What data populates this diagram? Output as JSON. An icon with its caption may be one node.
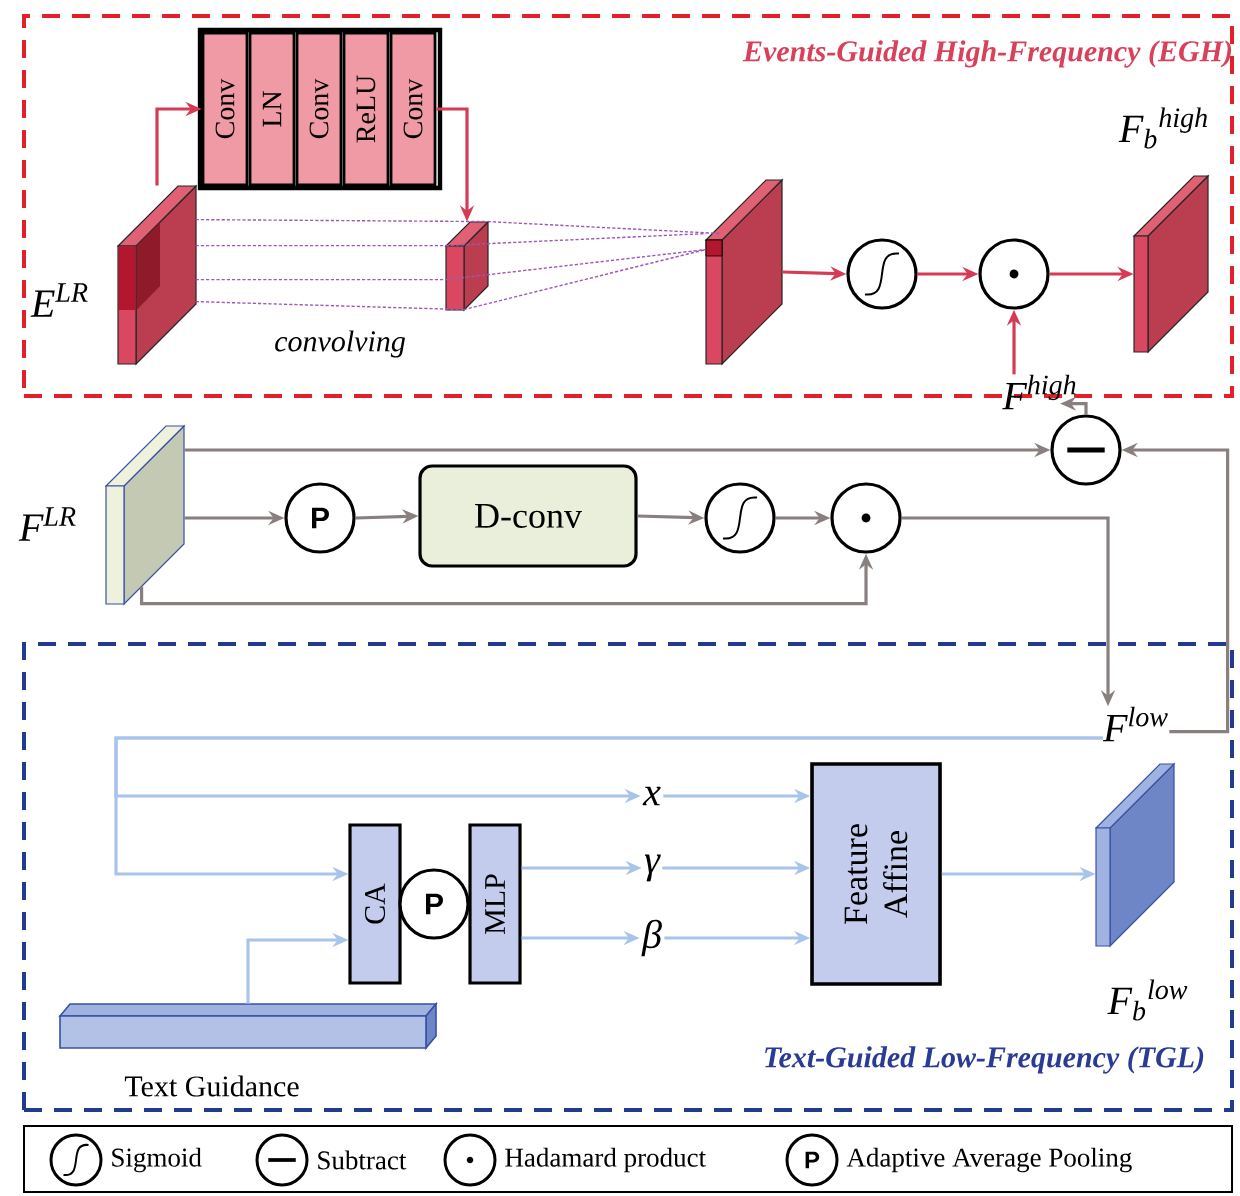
{
  "diagram": {
    "nodes": [
      {
        "text": [
          "Events-Guided High-Frequency (EGH)"
        ]
      },
      {
        "text": [
          "E$^{LR}$"
        ],
        "in": 0
      },
      {
        "text": [],
        "shape": "box",
        "in": 0
      },
      {
        "text": [
          "Conv"
        ],
        "in": 2
      },
      {
        "text": [
          "LN"
        ],
        "in": 2
      },
      {
        "text": [
          "Conv"
        ],
        "in": 2
      },
      {
        "text": [
          "ReLU"
        ],
        "in": 2
      },
      {
        "text": [
          "Conv"
        ],
        "in": 2
      },
      {
        "text": [],
        "shape": "box",
        "in": 0
      },
      {
        "text": [],
        "shape": "box",
        "in": 0
      },
      {
        "text": [],
        "shape": "circle",
        "in": 0
      },
      {
        "text": [],
        "shape": "circle",
        "in": 0
      },
      {
        "text": [
          "F$_{b}$$^{high}$"
        ],
        "in": 0
      },
      {
        "text": [
          "F$^{high}$"
        ]
      },
      {
        "text": [
          "F$^{LR}$"
        ]
      },
      {
        "text": [
          "P"
        ]
      },
      {
        "text": [
          "D-conv"
        ]
      },
      {
        "text": [],
        "shape": "circle"
      },
      {
        "text": [],
        "shape": "circle"
      },
      {
        "text": [],
        "shape": "circle"
      },
      {
        "text": [
          "Text-Guided Low-Frequency (TGL)"
        ]
      },
      {
        "text": [
          "F$^{low}$"
        ],
        "in": 20
      },
      {
        "text": [
          "x"
        ],
        "in": 20
      },
      {
        "text": [
          "CA"
        ],
        "in": 20
      },
      {
        "text": [
          "P"
        ],
        "in": 20
      },
      {
        "text": [
          "MLP"
        ],
        "in": 20
      },
      {
        "text": [
          "γ"
        ],
        "in": 20
      },
      {
        "text": [
          "β"
        ],
        "in": 20
      },
      {
        "text": [
          "Feature Affine"
        ],
        "in": 20
      },
      {
        "text": [
          "F$_{b}$$^{low}$"
        ],
        "in": 20
      },
      {
        "text": [
          "Text Guidance"
        ],
        "in": 20
      }
    ],
    "edges": [
      {
        "from": 1,
        "to": 3,
        "arrow": "to",
        "color": "#d63a55"
      },
      {
        "from": 7,
        "to": 8,
        "arrow": "to",
        "color": "#d63a55"
      },
      {
        "from": 1,
        "to": 8,
        "arrow": "none",
        "style": "dashed",
        "color": "#9b59b6"
      },
      {
        "from": 8,
        "to": 9,
        "arrow": "none",
        "style": "dashed",
        "color": "#9b59b6"
      },
      {
        "from": 9,
        "to": 10,
        "arrow": "to",
        "color": "#d63a55"
      },
      {
        "from": 10,
        "to": 11,
        "arrow": "to",
        "color": "#d63a55"
      },
      {
        "from": 11,
        "to": 12,
        "arrow": "to",
        "color": "#d63a55"
      },
      {
        "from": 19,
        "to": 13,
        "arrow": "to"
      },
      {
        "from": 13,
        "to": 11,
        "arrow": "to",
        "color": "#d63a55"
      },
      {
        "from": 14,
        "to": 19,
        "arrow": "to"
      },
      {
        "from": 14,
        "to": 15,
        "arrow": "to"
      },
      {
        "from": 15,
        "to": 16,
        "arrow": "to"
      },
      {
        "from": 16,
        "to": 17,
        "arrow": "to"
      },
      {
        "from": 17,
        "to": 18,
        "arrow": "to"
      },
      {
        "from": 14,
        "to": 18,
        "arrow": "to"
      },
      {
        "from": 18,
        "to": 21,
        "arrow": "to"
      },
      {
        "from": 21,
        "to": 19,
        "arrow": "to"
      },
      {
        "from": 21,
        "to": 22,
        "arrow": "to",
        "color": "#a9c4ea"
      },
      {
        "from": 21,
        "to": 23,
        "arrow": "to",
        "color": "#a9c4ea"
      },
      {
        "from": 30,
        "to": 23,
        "arrow": "to",
        "color": "#a9c4ea"
      },
      {
        "from": 22,
        "to": 28,
        "arrow": "to",
        "color": "#a9c4ea"
      },
      {
        "from": 25,
        "to": 26,
        "arrow": "to",
        "color": "#a9c4ea"
      },
      {
        "from": 25,
        "to": 27,
        "arrow": "to",
        "color": "#a9c4ea"
      },
      {
        "from": 26,
        "to": 28,
        "arrow": "to",
        "color": "#a9c4ea"
      },
      {
        "from": 27,
        "to": 28,
        "arrow": "to",
        "color": "#a9c4ea"
      },
      {
        "from": 28,
        "to": 29,
        "arrow": "to",
        "color": "#a9c4ea"
      },
      {
        "from": 1,
        "to": 8,
        "arrow": "none",
        "style": "dashed",
        "color": "#9b59b6"
      },
      {
        "from": 1,
        "to": 8,
        "arrow": "none",
        "style": "dashed",
        "color": "#9b59b6"
      },
      {
        "from": 1,
        "to": 8,
        "arrow": "none",
        "style": "dashed",
        "color": "#9b59b6"
      },
      {
        "from": 8,
        "to": 9,
        "arrow": "none",
        "style": "dashed",
        "color": "#9b59b6"
      },
      {
        "from": 8,
        "to": 9,
        "arrow": "none",
        "style": "dashed",
        "color": "#9b59b6"
      },
      {
        "from": 8,
        "to": 9,
        "arrow": "none",
        "style": "dashed",
        "color": "#9b59b6"
      }
    ],
    "labels": [
      "convolving",
      "P"
    ],
    "legend": [
      {
        "text": "Sigmoid"
      },
      {
        "text": "Subtract"
      },
      {
        "text": "Hadamard product"
      },
      {
        "text": "Adaptive Average Pooling"
      }
    ]
  }
}
